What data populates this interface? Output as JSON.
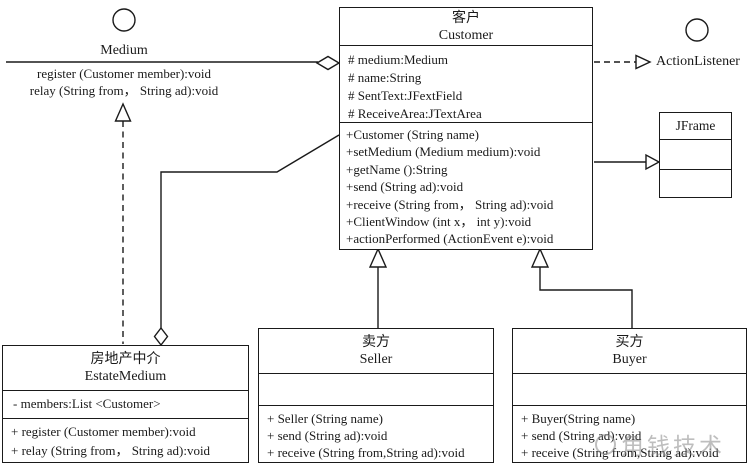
{
  "medium_interface": {
    "name": "Medium",
    "operations": [
      "register (Customer member):void",
      "relay (String from， String ad):void"
    ]
  },
  "action_listener": {
    "name": "ActionListener"
  },
  "customer": {
    "name_cn": "客户",
    "name_en": "Customer",
    "attributes": [
      "# medium:Medium",
      "# name:String",
      "# SentText:JFextField",
      "# ReceiveArea:JTextArea"
    ],
    "methods": [
      "+Customer (String name)",
      "+setMedium (Medium medium):void",
      "+getName ():String",
      "+send (String ad):void",
      "+receive (String from， String ad):void",
      "+ClientWindow (int x， int y):void",
      "+actionPerformed (ActionEvent e):void"
    ]
  },
  "jframe": {
    "name": "JFrame"
  },
  "estate_medium": {
    "name_cn": "房地产中介",
    "name_en": "EstateMedium",
    "attributes": [
      "- members:List <Customer>"
    ],
    "methods": [
      "+ register (Customer member):void",
      "+ relay (String from， String ad):void"
    ]
  },
  "seller": {
    "name_cn": "卖方",
    "name_en": "Seller",
    "methods": [
      "+ Seller (String name)",
      "+ send (String ad):void",
      "+ receive (String from,String ad):void"
    ]
  },
  "buyer": {
    "name_cn": "买方",
    "name_en": "Buyer",
    "methods": [
      "+ Buyer(String name)",
      "+ send (String ad):void",
      "+ receive (String from,String ad):void"
    ]
  },
  "watermark": {
    "text": "角钱技术"
  },
  "colors": {
    "line": "#1a1a1a",
    "background": "#ffffff",
    "watermark": "#8a8a8a"
  }
}
